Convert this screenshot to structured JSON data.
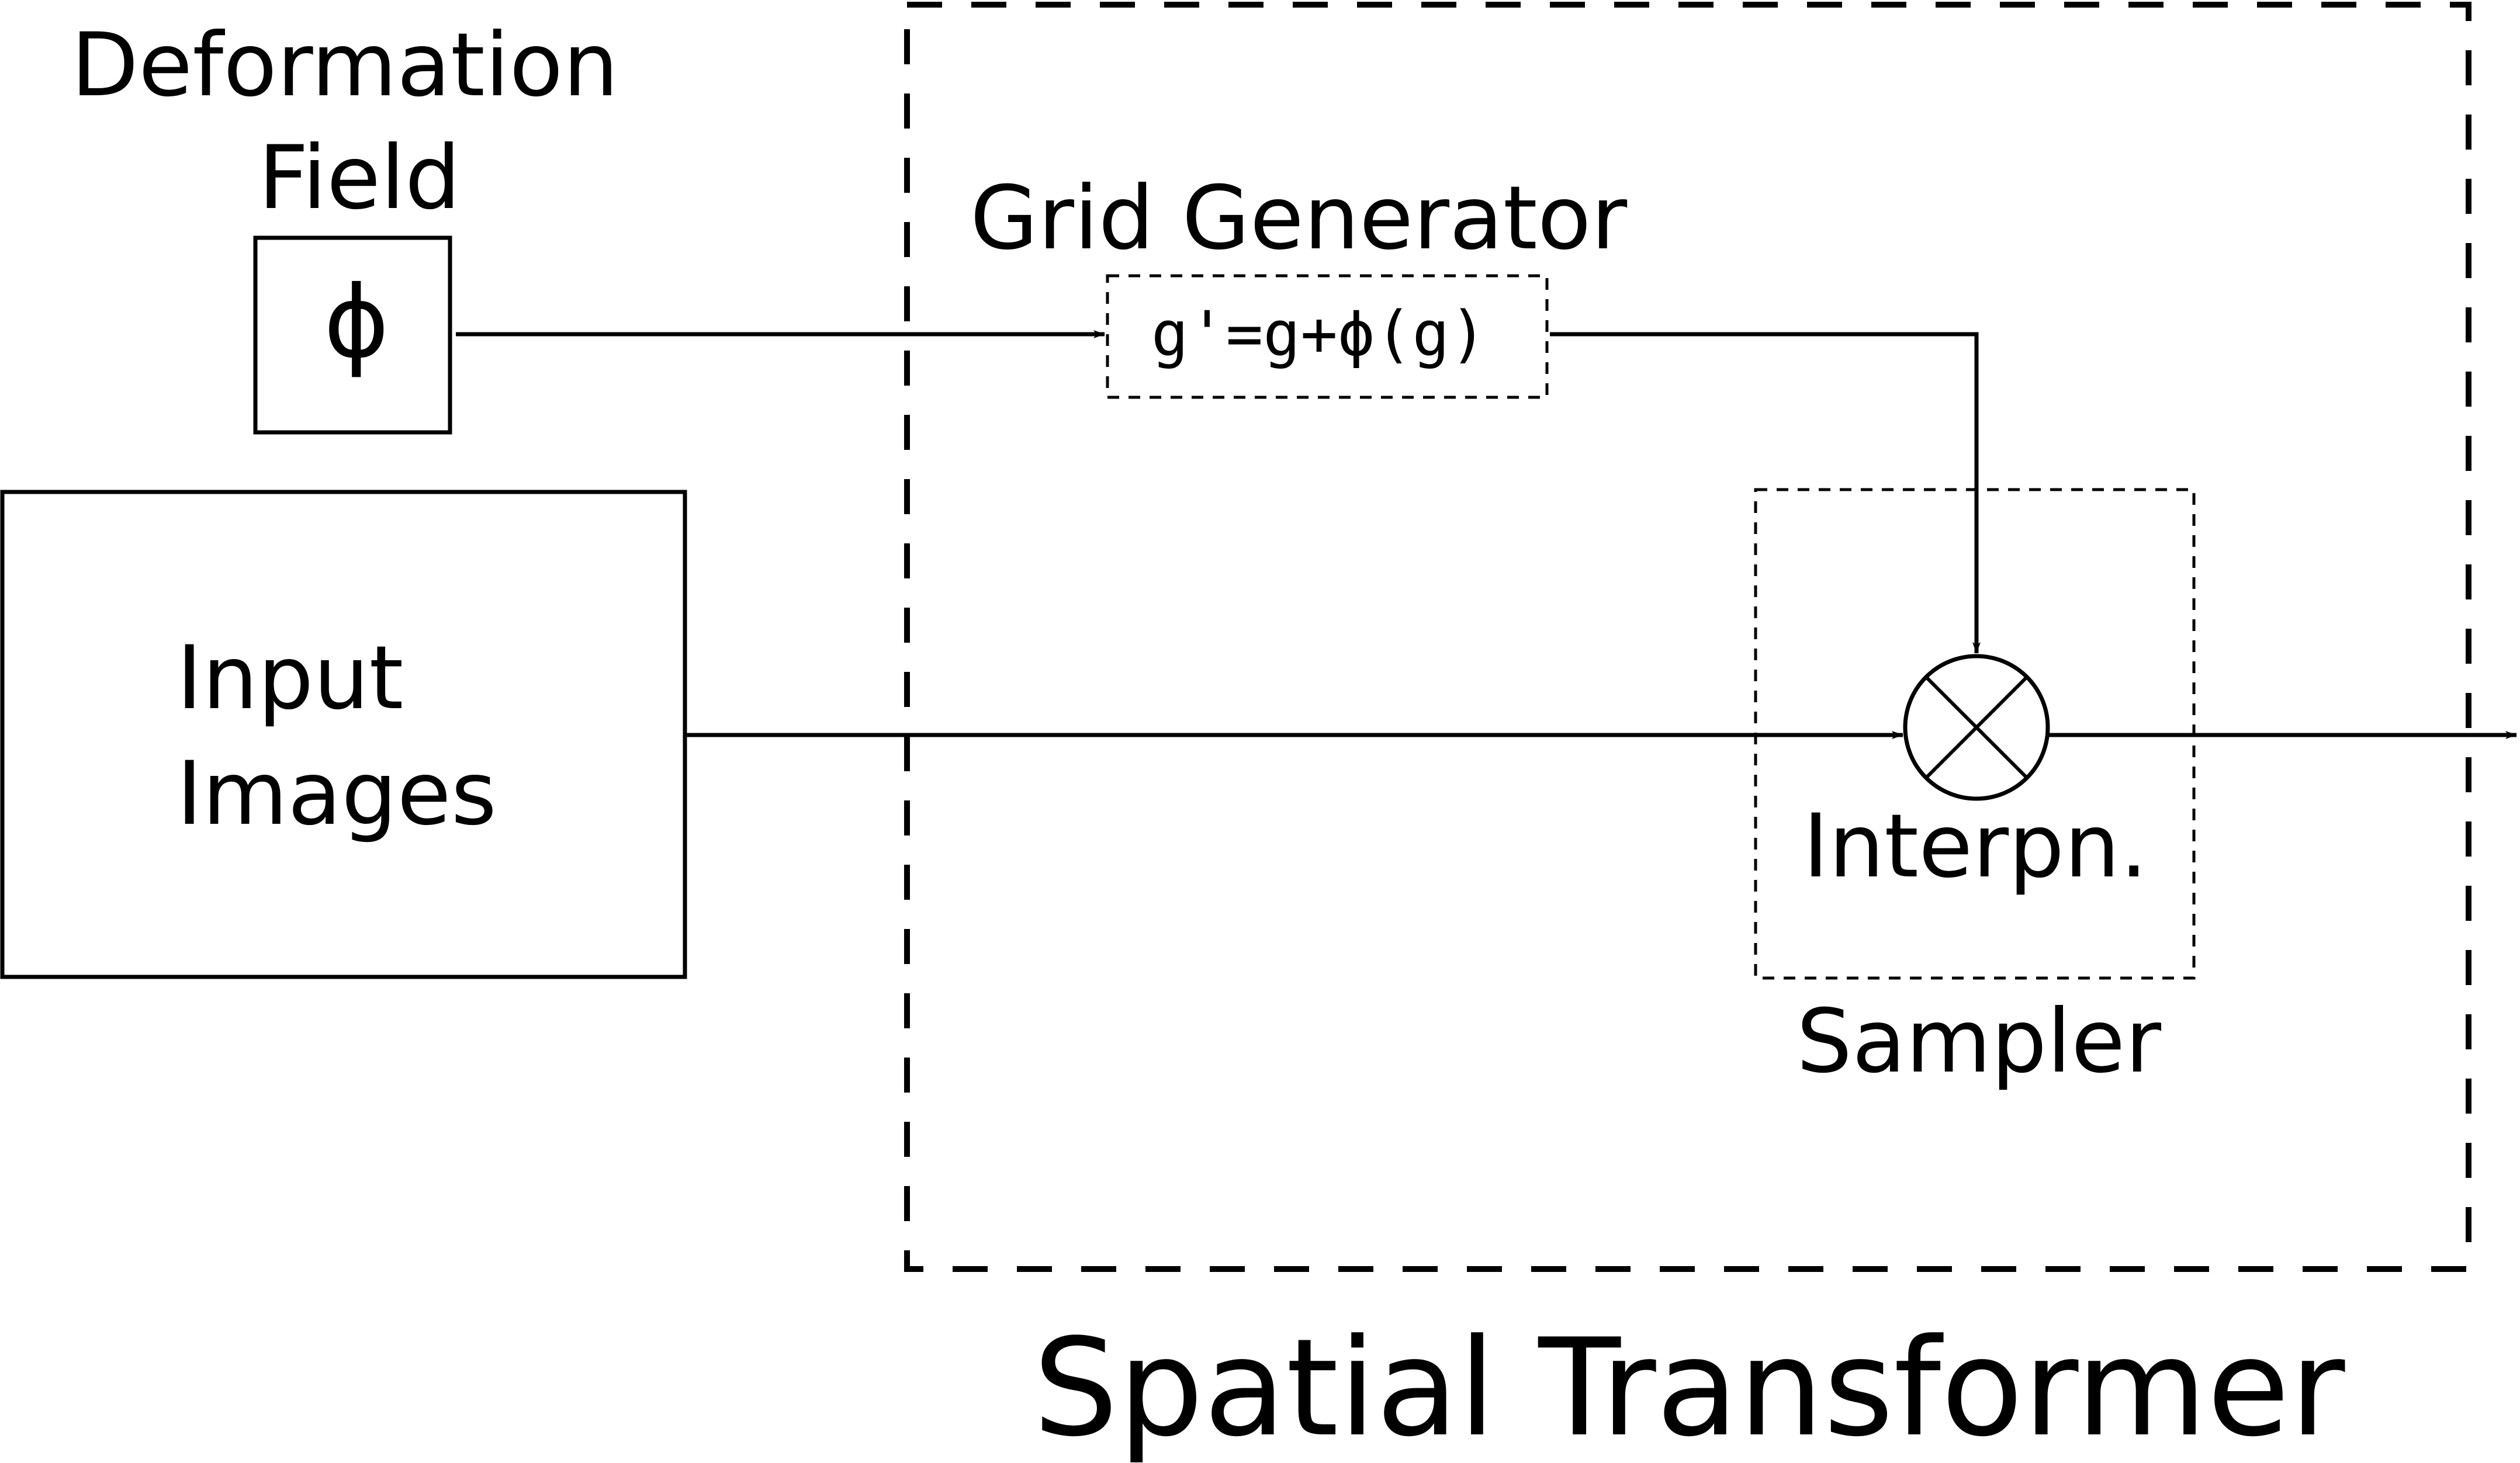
{
  "colors": {
    "background": "#ffffff",
    "ink": "#000000"
  },
  "deformation_field": {
    "label_line1": "Deformation",
    "label_line2": "Field",
    "symbol": "ϕ"
  },
  "input_images": {
    "label_line1": "Input",
    "label_line2": "Images"
  },
  "spatial_transformer": {
    "title": "Spatial Transformer"
  },
  "grid_generator": {
    "title": "Grid Generator",
    "formula": "g'=g+ϕ(g)"
  },
  "sampler": {
    "title": "Sampler",
    "operation_label": "Interpn.",
    "operator_icon": "circled-times-icon"
  }
}
